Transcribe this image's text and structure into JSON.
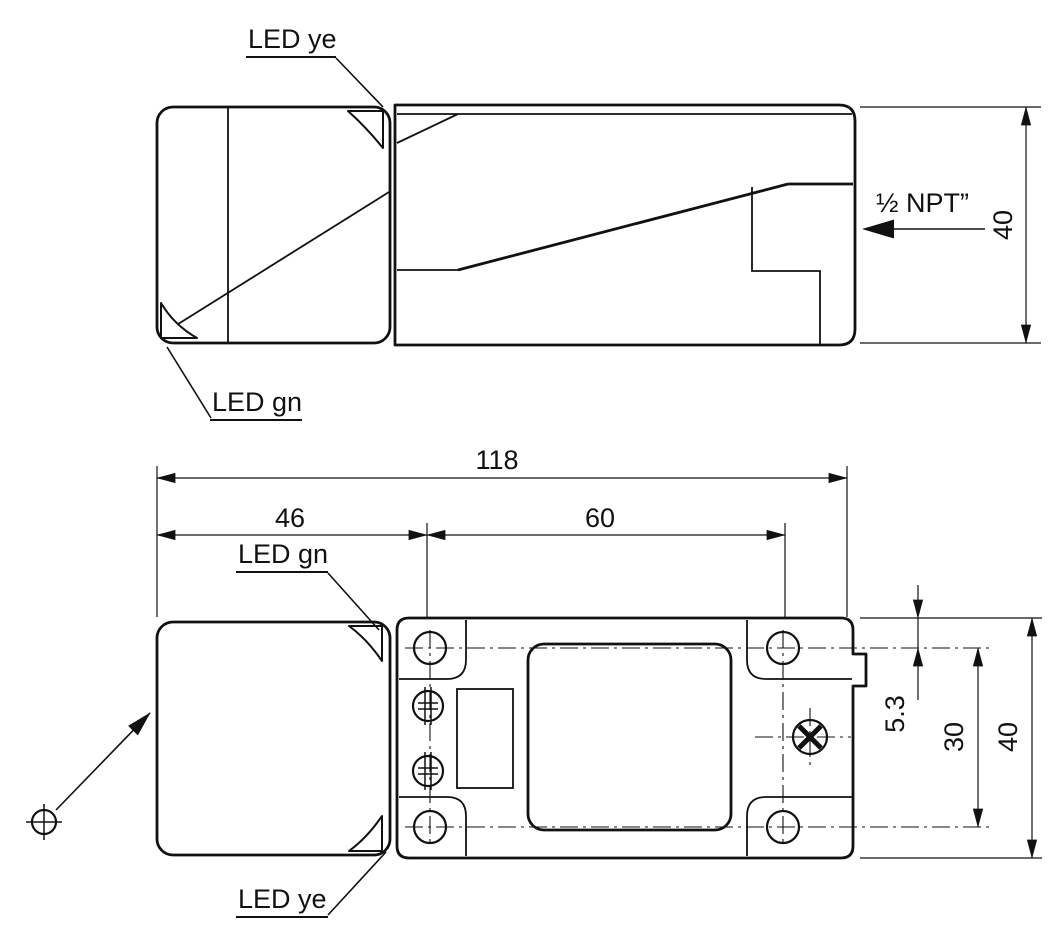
{
  "side_view": {
    "led_ye": "LED ye",
    "led_gn": "LED gn",
    "conduit_label": "½ NPT”",
    "height_dim": "40"
  },
  "plan_view": {
    "led_gn": "LED gn",
    "led_ye": "LED ye",
    "total_length_dim": "118",
    "head_length_dim": "46",
    "hole_spacing_dim": "60",
    "hole_edge_offset_dim": "5.3",
    "hole_row_spacing_dim": "30",
    "width_dim": "40"
  },
  "colors": {
    "line": "#111111",
    "background": "#ffffff"
  }
}
